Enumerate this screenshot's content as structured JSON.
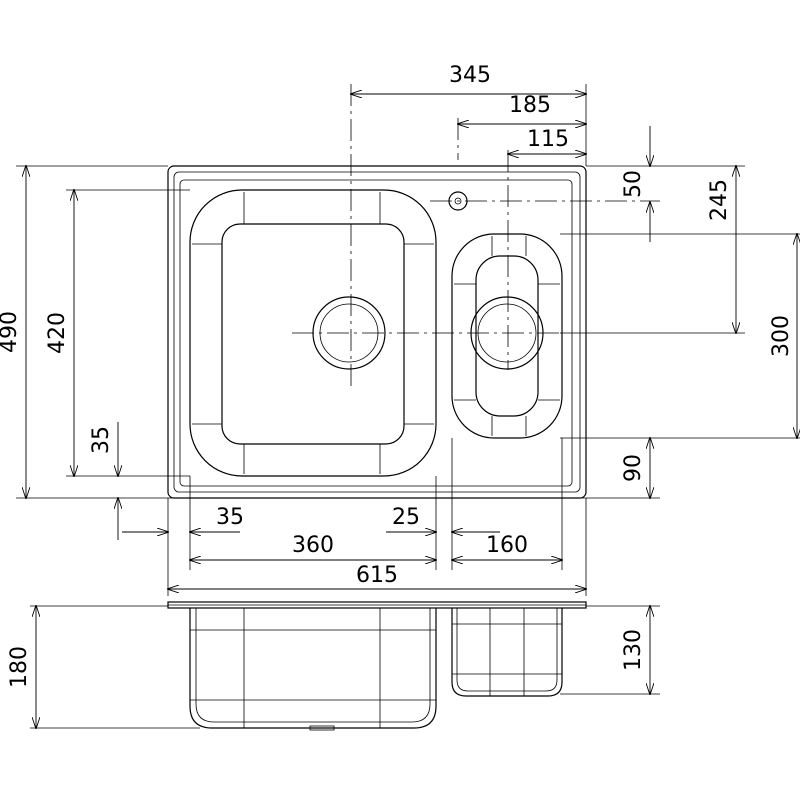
{
  "dimensions": {
    "d345": "345",
    "d185": "185",
    "d115": "115",
    "d50": "50",
    "d245": "245",
    "d490": "490",
    "d420": "420",
    "d35v": "35",
    "d300": "300",
    "d90": "90",
    "d35h": "35",
    "d25": "25",
    "d360": "360",
    "d160": "160",
    "d615": "615",
    "d180": "180",
    "d130": "130"
  }
}
